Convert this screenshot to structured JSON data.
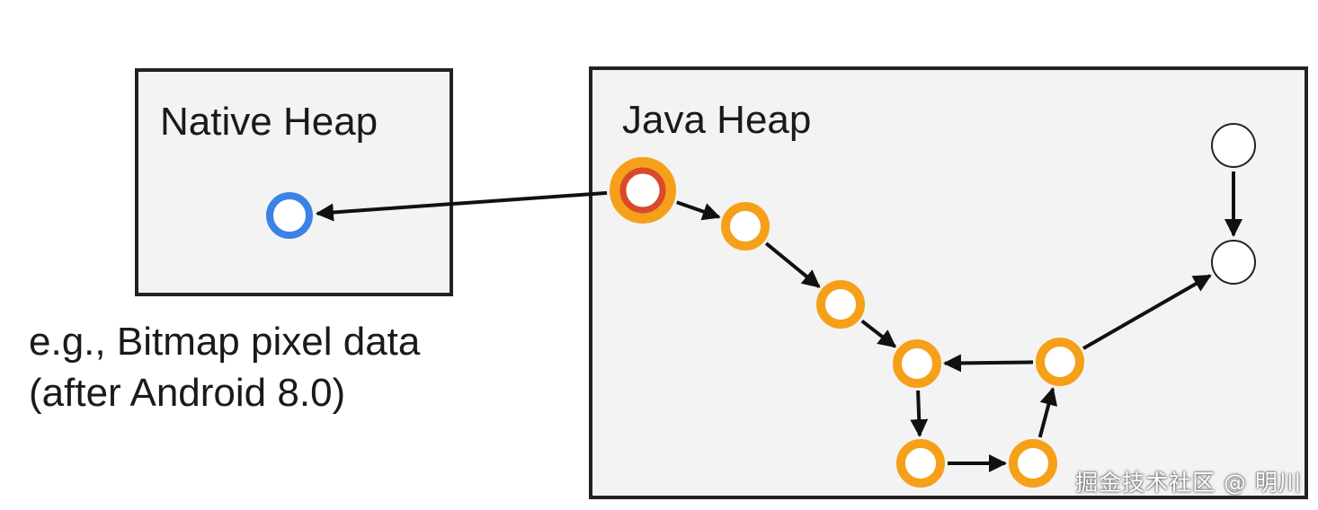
{
  "native_heap": {
    "title": "Native Heap"
  },
  "java_heap": {
    "title": "Java Heap"
  },
  "caption": {
    "line1": "e.g., Bitmap pixel data",
    "line2": "(after Android 8.0)"
  },
  "watermark": "掘金技术社区 @ 明川",
  "colors": {
    "box_fill": "#f3f3f3",
    "box_stroke": "#222222",
    "native_node": "#3b82e6",
    "gc_root_outer": "#f5a018",
    "gc_root_inner": "#d94a2c",
    "reachable_node": "#f5a018",
    "unreachable_node": "#222222",
    "arrow": "#111111"
  },
  "nodes": [
    {
      "id": "native-object",
      "kind": "native"
    },
    {
      "id": "gc-root",
      "kind": "root"
    },
    {
      "id": "obj-a",
      "kind": "reachable"
    },
    {
      "id": "obj-b",
      "kind": "reachable"
    },
    {
      "id": "obj-c",
      "kind": "reachable"
    },
    {
      "id": "obj-d",
      "kind": "reachable"
    },
    {
      "id": "obj-e",
      "kind": "reachable"
    },
    {
      "id": "obj-f",
      "kind": "reachable"
    },
    {
      "id": "obj-g",
      "kind": "unreachable"
    },
    {
      "id": "obj-h",
      "kind": "unreachable"
    }
  ],
  "edges": [
    {
      "from": "gc-root",
      "to": "native-object"
    },
    {
      "from": "gc-root",
      "to": "obj-a"
    },
    {
      "from": "obj-a",
      "to": "obj-b"
    },
    {
      "from": "obj-b",
      "to": "obj-c"
    },
    {
      "from": "obj-c",
      "to": "obj-d"
    },
    {
      "from": "obj-d",
      "to": "obj-e"
    },
    {
      "from": "obj-e",
      "to": "obj-f"
    },
    {
      "from": "obj-f",
      "to": "obj-c"
    },
    {
      "from": "obj-f",
      "to": "obj-h"
    },
    {
      "from": "obj-g",
      "to": "obj-h"
    }
  ]
}
